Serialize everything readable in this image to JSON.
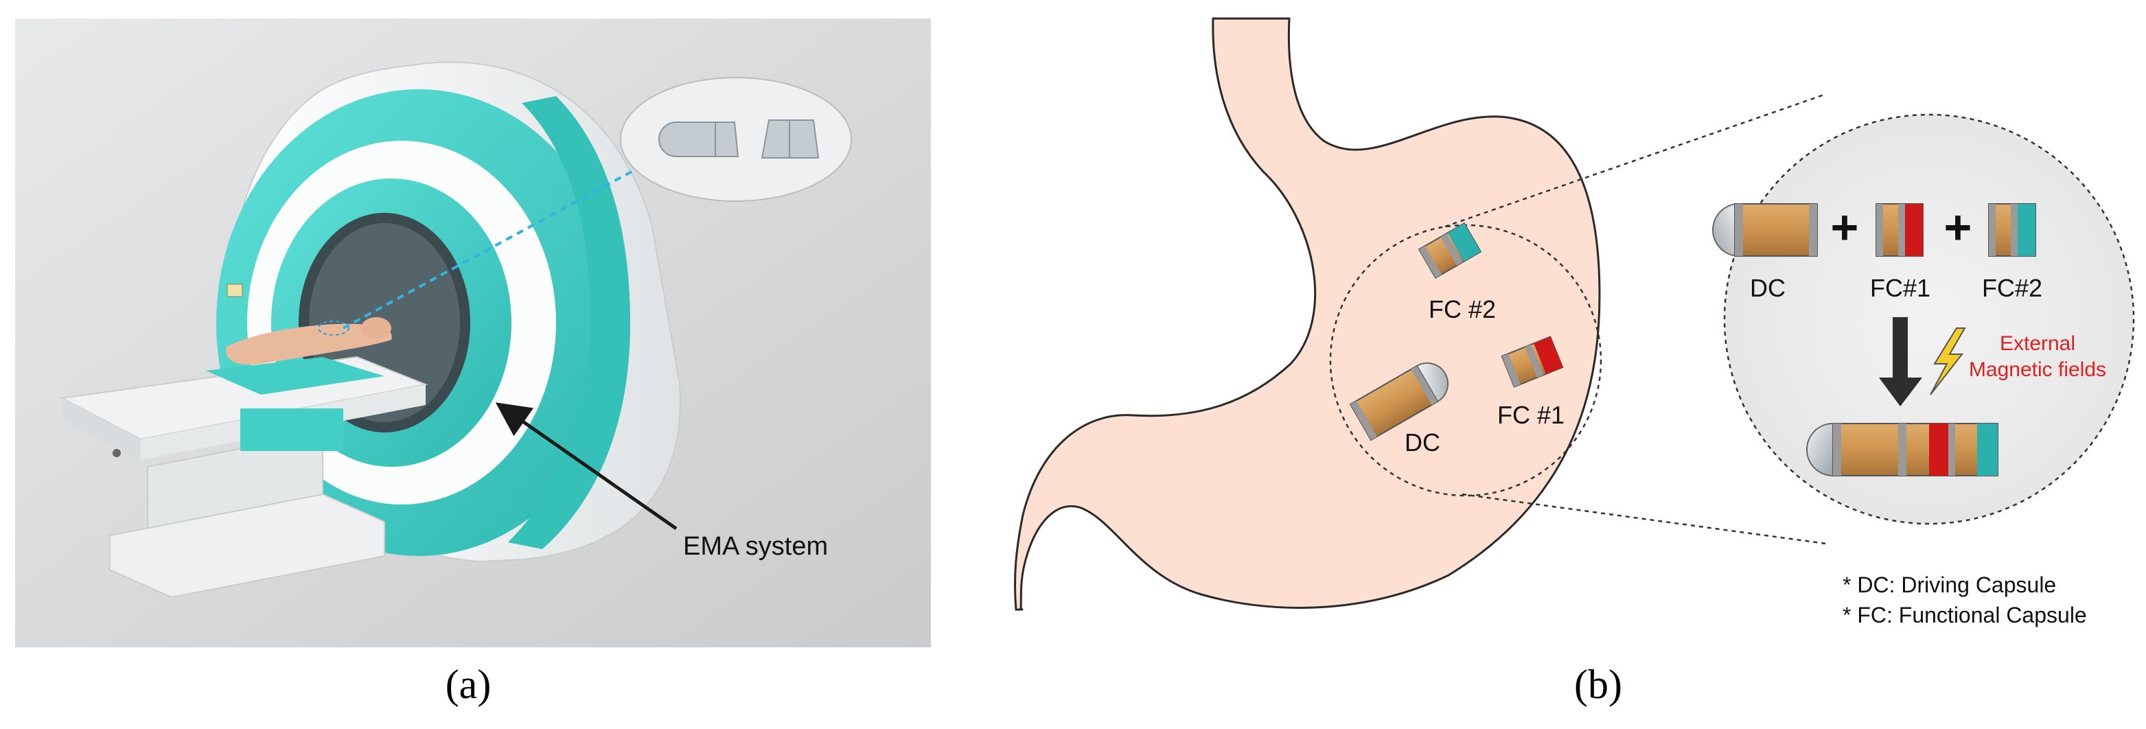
{
  "panel_a": {
    "label": "(a)",
    "callout": "EMA system",
    "colors": {
      "teal": "#43cfc6",
      "shell": "#f4f6f7",
      "background": "#d4d6d8"
    }
  },
  "panel_b": {
    "label": "(b)",
    "stomach": {
      "fc2_label": "FC #2",
      "fc1_label": "FC #1",
      "dc_label": "DC"
    },
    "zoom": {
      "dc_label": "DC",
      "fc1_label": "FC#1",
      "fc2_label": "FC#2",
      "plus": "+",
      "field_line1": "External",
      "field_line2": "Magnetic fields"
    },
    "legend": [
      "* DC: Driving Capsule",
      "* FC: Functional Capsule"
    ],
    "colors": {
      "stomach": "#fde0d1",
      "capsule_body": "#cf9550",
      "fc_red": "#d01818",
      "fc_teal": "#2bb0ad",
      "field_text": "#e02020"
    }
  }
}
